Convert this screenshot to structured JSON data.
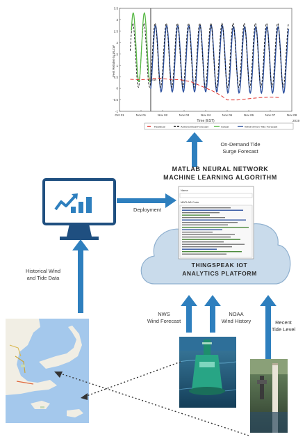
{
  "chart_data": {
    "type": "line",
    "ylabel": "Feet Relative to MLLW",
    "xlabel": "Time (EST)",
    "x_ticks": [
      "Oct 31",
      "Nov 01",
      "Nov 02",
      "Nov 03",
      "Nov 04",
      "Nov 05",
      "Nov 06",
      "Nov 07",
      "Nov 08"
    ],
    "x_year": "2019",
    "y_ticks": [
      "3.5",
      "3",
      "2.5",
      "2",
      "1.5",
      "1",
      "0.5",
      "0",
      "-0.5",
      "-1"
    ],
    "ylim": [
      -1,
      3.5
    ],
    "now_label": "Now",
    "now_day": 1.45,
    "legend_position": "bottom",
    "series": [
      {
        "name": "Residual",
        "color": "#e0322c",
        "dash": "5,3"
      },
      {
        "name": "Astronomical Forecast",
        "color": "#111111",
        "dash": "3,2"
      },
      {
        "name": "Actual",
        "color": "#58b946",
        "dash": ""
      },
      {
        "name": "Wind Driven Tide Forecast",
        "color": "#2f52a0",
        "dash": ""
      }
    ],
    "residual_points": [
      [
        0.5,
        0.4
      ],
      [
        1,
        0.38
      ],
      [
        1.3,
        0.4
      ],
      [
        1.8,
        0.45
      ],
      [
        2.3,
        0.4
      ],
      [
        2.8,
        0.38
      ],
      [
        3.3,
        0.3
      ],
      [
        3.8,
        0.1
      ],
      [
        4.3,
        -0.1
      ],
      [
        4.7,
        -0.3
      ],
      [
        5.0,
        -0.5
      ],
      [
        5.5,
        -0.5
      ],
      [
        6.0,
        -0.45
      ],
      [
        6.5,
        -0.4
      ],
      [
        7.0,
        -0.38
      ],
      [
        7.5,
        -0.4
      ]
    ]
  },
  "diagram": {
    "ml_title_line1": "MATLAB NEURAL NETWORK",
    "ml_title_line2": "MACHINE LEARNING ALGORITHM",
    "forecast_line1": "On-Demand Tide",
    "forecast_line2": "Surge Forecast",
    "deployment": "Deployment",
    "platform_line1": "THINGSPEAK IOT",
    "platform_line2": "ANALYTICS PLATFORM",
    "historical_line1": "Historical Wind",
    "historical_line2": "and Tide Data",
    "nws_line1": "NWS",
    "nws_line2": "Wind Forecast",
    "noaa_line1": "NOAA",
    "noaa_line2": "Wind History",
    "recent_line1": "Recent",
    "recent_line2": "Tide Level",
    "code_title": "Name",
    "code_subtitle": "MATLAB Code"
  }
}
